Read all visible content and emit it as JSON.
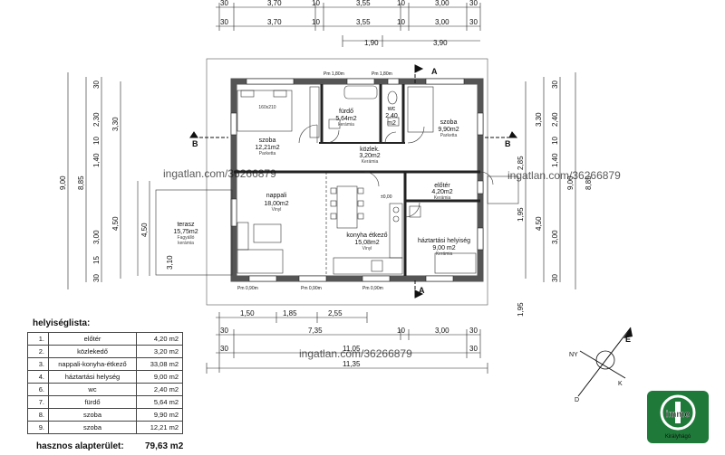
{
  "dims": {
    "top1": [
      "30",
      "3,70",
      "10",
      "3,55",
      "10",
      "3,00",
      "30"
    ],
    "top2": [
      "30",
      "3,70",
      "10",
      "3,55",
      "10",
      "3,00",
      "30"
    ],
    "top3": [
      "1,90",
      "3,90"
    ],
    "bottom1": [
      "1,50",
      "1,85",
      "2,55"
    ],
    "bottom2": [
      "30",
      "7,35",
      "10",
      "3,00",
      "30"
    ],
    "bottom3": [
      "30",
      "11,05",
      "30"
    ],
    "bottom4": "11,35",
    "left_outer": [
      "9,00",
      "8,85"
    ],
    "left_inner": [
      "30",
      "2,30",
      "10",
      "1,40",
      "3,00",
      "15",
      "30"
    ],
    "left_inner2": [
      "3,30",
      "4,50"
    ],
    "right_inner": [
      "30",
      "2,40",
      "10",
      "1,40",
      "3,00",
      "30"
    ],
    "right_inner2": [
      "3,30",
      "4,50"
    ],
    "right_outer": [
      "9,00",
      "8,85"
    ],
    "right_mid": [
      "2,85",
      "1,95",
      "1,95"
    ],
    "terrace_side": [
      "4,50",
      "3,10"
    ]
  },
  "rooms": {
    "szoba1": {
      "name": "szoba",
      "area": "12,21m2",
      "floor": "Parketta"
    },
    "furdo": {
      "name": "fürdő",
      "area": "5,64m2",
      "floor": "kerámia"
    },
    "wc": {
      "name": "wc",
      "area": "2,40",
      "unit": "m2"
    },
    "szoba2": {
      "name": "szoba",
      "area": "9,90m2",
      "floor": "Parketta"
    },
    "kozlek": {
      "name": "közlek.",
      "area": "3,20m2",
      "floor": "Kerámia"
    },
    "nappali": {
      "name": "nappali",
      "area": "18,00m2",
      "floor": "Vinyl"
    },
    "eloter": {
      "name": "előtér",
      "area": "4,20m2",
      "floor": "Kerámia"
    },
    "konyha": {
      "name": "konyha étkező",
      "area": "15,08m2",
      "floor": "Vinyl"
    },
    "haztartasi": {
      "name": "háztartási helyiség",
      "area": "9,00 m2",
      "floor": "Kerámia"
    },
    "terasz": {
      "name": "terasz",
      "area": "15,75m2",
      "floor1": "Fagyálló",
      "floor2": "kerámia"
    }
  },
  "annotations": {
    "bed": "160x210",
    "pm1": "Pm 1,80m",
    "pm2": "Pm 1,80m",
    "pm090": "Pm 0,90m",
    "level": "±0,00",
    "section_a": "A",
    "section_b": "B"
  },
  "legend": {
    "title": "helyiséglista:",
    "rows": [
      {
        "n": "1.",
        "name": "előtér",
        "area": "4,20 m2"
      },
      {
        "n": "2.",
        "name": "közlekedő",
        "area": "3,20 m2"
      },
      {
        "n": "3.",
        "name": "nappali-konyha-étkező",
        "area": "33,08 m2"
      },
      {
        "n": "4.",
        "name": "háztartási helység",
        "area": "9,00 m2"
      },
      {
        "n": "6.",
        "name": "wc",
        "area": "2,40 m2"
      },
      {
        "n": "7.",
        "name": "fürdő",
        "area": "5,64 m2"
      },
      {
        "n": "8.",
        "name": "szoba",
        "area": "9,90 m2"
      },
      {
        "n": "9.",
        "name": "szoba",
        "area": "12,21 m2"
      }
    ],
    "total_label": "hasznos alapterület:",
    "total_value": "79,63 m2"
  },
  "compass": {
    "e": "É",
    "ny": "NY",
    "k": "K",
    "d": "D"
  },
  "watermark": "ingatlan.com/36266879",
  "logo": {
    "brand": "immo",
    "sub": "Királyhágó",
    "color": "#1f7a3a"
  }
}
